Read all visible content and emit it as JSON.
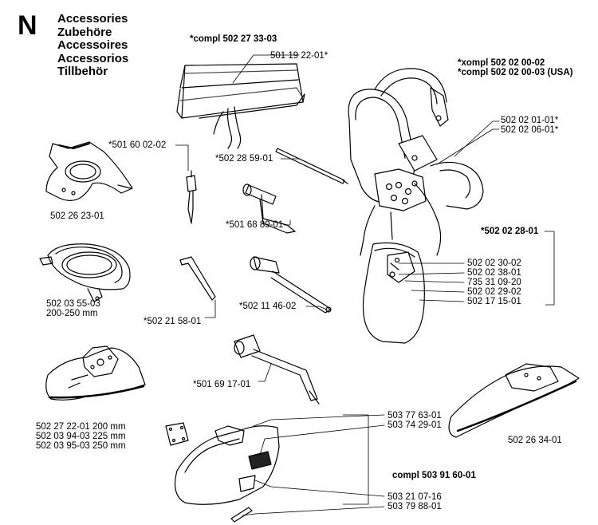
{
  "section_letter": "N",
  "titles": [
    "Accessories",
    "Zubehöre",
    "Accessoires",
    "Accessorios",
    "Tillbehör"
  ],
  "labels": {
    "kit_top": "*compl 502 27 33-03",
    "bag": "501 19 22-01*",
    "harness_1": "*xompl 502 02 00-02",
    "harness_2": "*compl 502 02 00-03 (USA)",
    "h_part_1": "502 02 01-01*",
    "h_part_2": "502 02 06-01*",
    "pin_tool": "*501 60 02-02",
    "rod": "*502 28 59-01",
    "guard_small": "502 26 23-01",
    "t_wrench": "*501 68 89-01",
    "plate_kit": "*502 02 28-01",
    "ring_guard_1": "502 03 55-03",
    "ring_guard_2": "200-250 mm",
    "plate_parts": [
      "502 02 30-02",
      "502 02 38-01",
      "735 31 09-20",
      "502 02 29-02",
      "502 17 15-01"
    ],
    "hex_key": "*502 21 58-01",
    "plug_wrench": "*502 11 46-02",
    "combi_wrench": "*501 69 17-01",
    "right_guard": "502 26 34-01",
    "guard_sizes": [
      "502 27 22-01 200 mm",
      "502 03 94-03 225 mm",
      "502 03 95-03 250 mm"
    ],
    "lower_parts_top": [
      "503 77 63-01",
      "503 74 29-01"
    ],
    "compl_bottom": "compl 503 91 60-01",
    "lower_parts_bottom": [
      "503 21 07-16",
      "503 79 88-01"
    ]
  }
}
